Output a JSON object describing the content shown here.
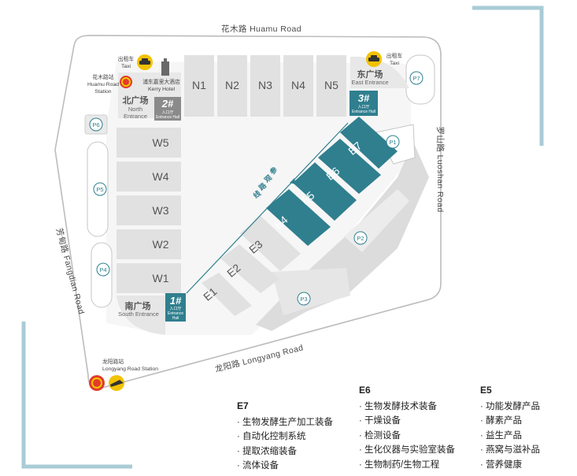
{
  "roads": {
    "top": "花木路  Huamu Road",
    "right": "罗山路  Luoshan Road",
    "left": "芳甸路  Fangdian Road",
    "bottom": "龙阳路  Longyang Road"
  },
  "halls": {
    "north": [
      "N1",
      "N2",
      "N3",
      "N4",
      "N5"
    ],
    "west": [
      "W5",
      "W4",
      "W3",
      "W2",
      "W1"
    ],
    "east": [
      "E1",
      "E2",
      "E3",
      "E4",
      "E5",
      "E6",
      "E7"
    ],
    "highlighted": [
      "E4",
      "E5",
      "E6",
      "E7"
    ]
  },
  "parking": [
    "P1",
    "P2",
    "P3",
    "P4",
    "P5",
    "P6",
    "P7"
  ],
  "plazas": {
    "north": {
      "zh": "北广场",
      "en1": "North",
      "en2": "Entrance"
    },
    "east": {
      "zh": "东广场",
      "en": "East Entrance"
    },
    "south": {
      "zh": "南广场",
      "en": "South Entrance"
    }
  },
  "entrances": {
    "e1": {
      "num": "1#",
      "zh": "入口厅",
      "en1": "Entrance",
      "en2": "Hall"
    },
    "e2": {
      "num": "2#",
      "zh": "入口厅",
      "en": "Entrance Hall"
    },
    "e3": {
      "num": "3#",
      "zh": "入口厅",
      "en": "Entrance Hall"
    }
  },
  "pois": {
    "taxi_nw": {
      "zh": "出租车",
      "en": "Taxi"
    },
    "taxi_ne": {
      "zh": "出租车",
      "en": "Taxi"
    },
    "huamu_station": {
      "zh": "花木路站",
      "en1": "Huamu Road",
      "en2": "Station"
    },
    "kerry": {
      "zh": "浦东嘉里大酒店",
      "en": "Kerry Hotel"
    },
    "longyang_station": {
      "zh": "龙阳路站",
      "en": "Longyang Road Station"
    }
  },
  "route_label": [
    "参",
    "观",
    "路",
    "线"
  ],
  "colors": {
    "accent": "#2f7f8f",
    "hall": "#e1e1e1",
    "frame": "#a9ccd6"
  },
  "legend": [
    {
      "hall": "E7",
      "items": [
        "生物发酵生产加工装备",
        "自动化控制系统",
        "提取浓缩装备",
        "流体设备"
      ]
    },
    {
      "hall": "E6",
      "items": [
        "生物发酵技术装备",
        "干燥设备",
        "检测设备",
        "生化仪器与实验室装备",
        "生物制药/生物工程"
      ]
    },
    {
      "hall": "E5",
      "items": [
        "功能发酵产品",
        "酵素产品",
        "益生产品",
        "燕窝与滋补品",
        "营养健康"
      ]
    }
  ]
}
